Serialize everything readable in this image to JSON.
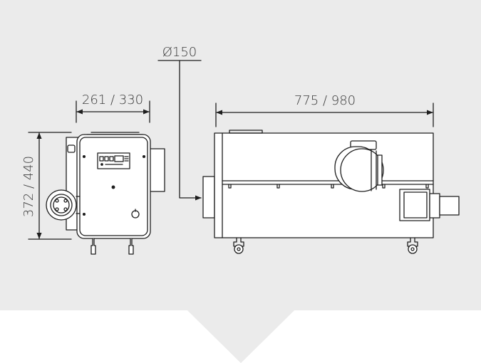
{
  "dimensions": {
    "duct_diameter": "Ø150",
    "front_width": "261 / 330",
    "front_height": "372 / 440",
    "side_length": "775 / 980"
  },
  "colors": {
    "panel_background": "#ebebeb",
    "page_background": "#ffffff",
    "line": "#1e1e1e",
    "dimension_text": "#3a3a3a"
  },
  "icons": {
    "bottom_indicator": "chevron-down-icon"
  }
}
